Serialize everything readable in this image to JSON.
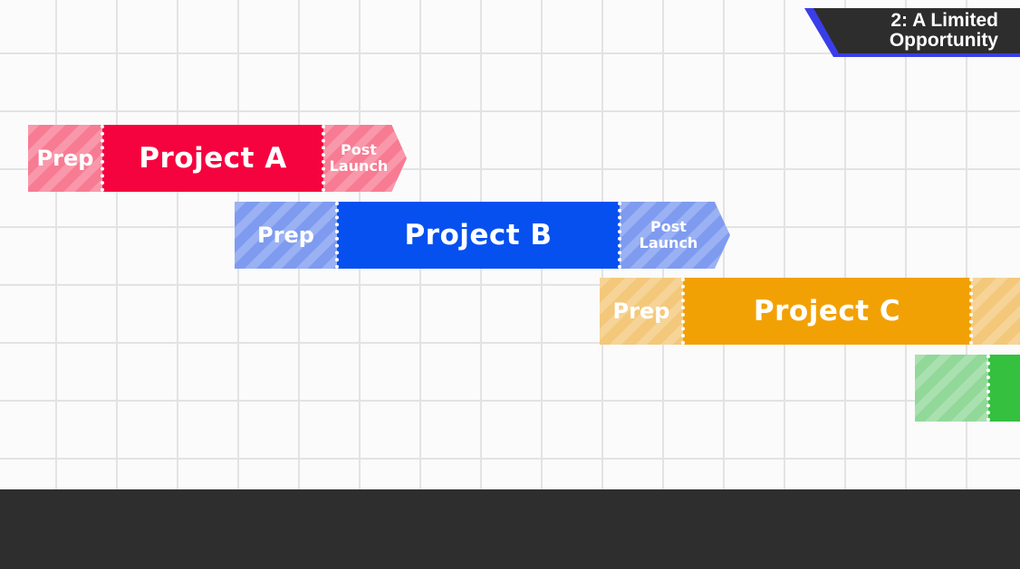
{
  "badge": {
    "line1": "2: A Limited",
    "line2": "Opportunity"
  },
  "colors": {
    "project_a": "#f5033f",
    "project_a_light": "#f77b93",
    "project_b": "#0650f0",
    "project_b_light": "#7e9bf0",
    "project_c": "#f2a105",
    "project_c_light": "#f4c87a",
    "project_d": "#35c040",
    "project_d_light": "#91d899",
    "badge_bg": "#2d2d2d",
    "badge_accent": "#3a3ee8"
  },
  "projects": [
    {
      "prep": "Prep",
      "name": "Project A",
      "post_line1": "Post",
      "post_line2": "Launch"
    },
    {
      "prep": "Prep",
      "name": "Project B",
      "post_line1": "Post",
      "post_line2": "Launch"
    },
    {
      "prep": "Prep",
      "name": "Project C"
    },
    {}
  ]
}
